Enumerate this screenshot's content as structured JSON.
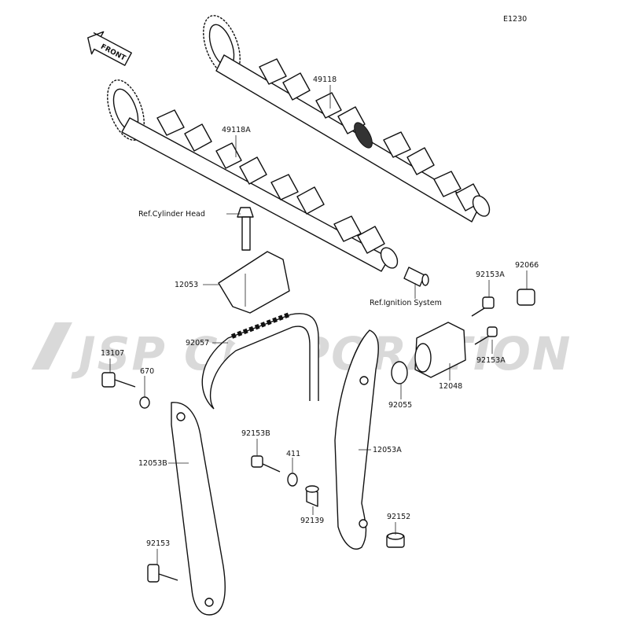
{
  "diagram_code": "E1230",
  "front_label": "FRONT",
  "watermark": "JSP CORPORATION",
  "labels": {
    "p49118": "49118",
    "p49118A": "49118A",
    "ref_cyl": "Ref.Cylinder Head",
    "p12053": "12053",
    "ref_ign": "Ref.Ignition System",
    "p92153A_top": "92153A",
    "p92066": "92066",
    "p92057": "92057",
    "p13107": "13107",
    "p670": "670",
    "p92153A_bot": "92153A",
    "p12048": "12048",
    "p92055": "92055",
    "p92153B": "92153B",
    "p411": "411",
    "p12053B": "12053B",
    "p12053A": "12053A",
    "p92139": "92139",
    "p92152": "92152",
    "p92153": "92153"
  },
  "colors": {
    "ink": "#111111",
    "watermark": "#d9d9d9"
  }
}
